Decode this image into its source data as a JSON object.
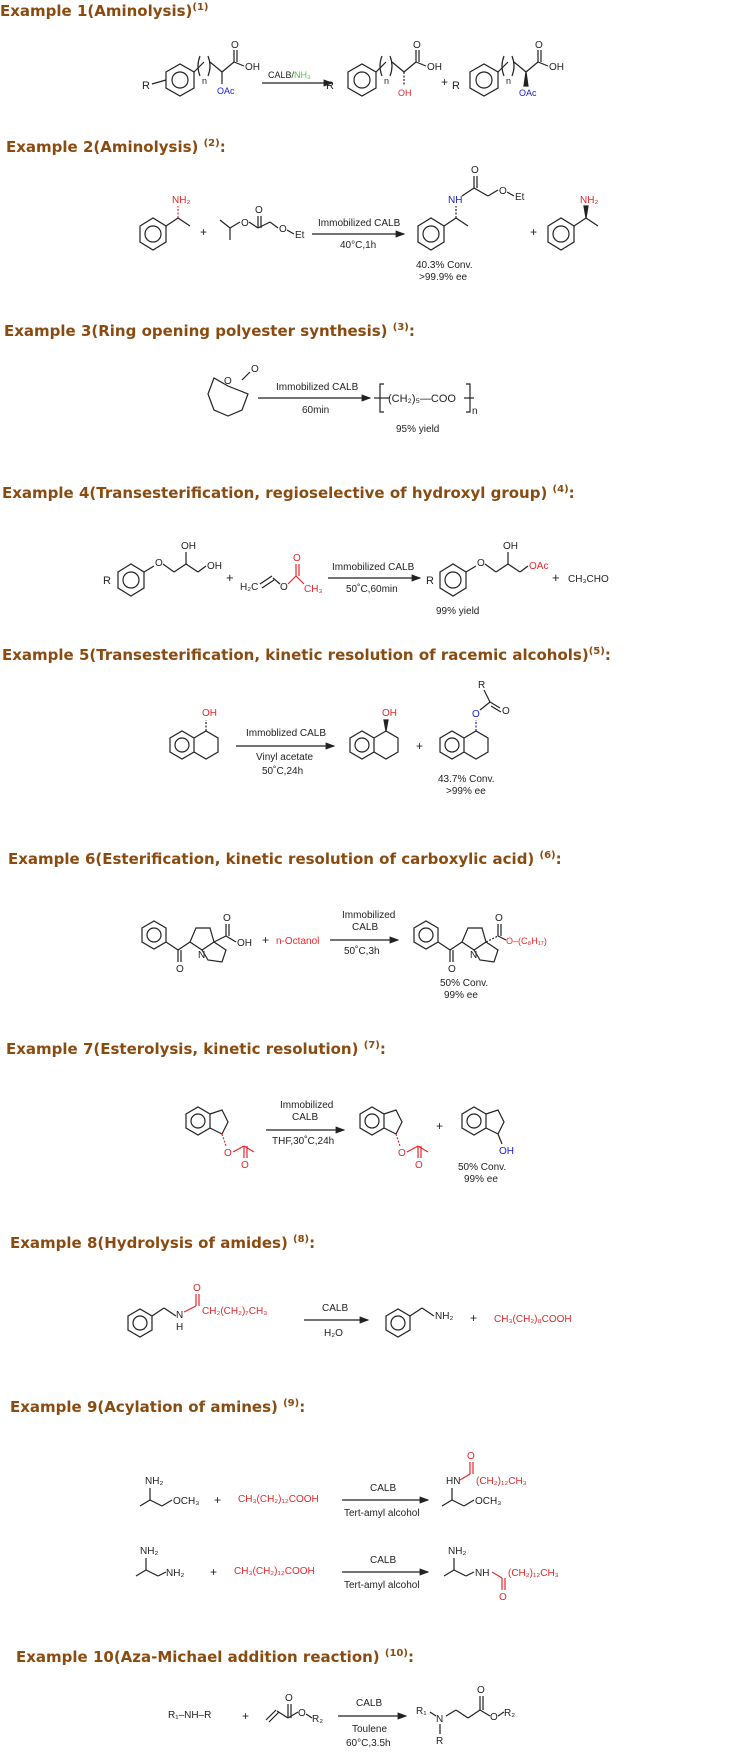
{
  "examples": [
    {
      "title": "Example 1(Aminolysis)",
      "ref": "(1)",
      "suffix": ""
    },
    {
      "title": "Example 2(Aminolysis) ",
      "ref": "(2)",
      "suffix": ":"
    },
    {
      "title": "Example 3(Ring opening polyester synthesis) ",
      "ref": "(3)",
      "suffix": ":"
    },
    {
      "title": "Example 4(Transesterification, regioselective of hydroxyl group) ",
      "ref": "(4)",
      "suffix": ":"
    },
    {
      "title": "Example 5(Transesterification, kinetic resolution of racemic alcohols)",
      "ref": "(5)",
      "suffix": ":"
    },
    {
      "title": "Example 6(Esterification, kinetic resolution of carboxylic acid) ",
      "ref": "(6)",
      "suffix": ":"
    },
    {
      "title": "Example 7(Esterolysis, kinetic resolution) ",
      "ref": "(7)",
      "suffix": ":"
    },
    {
      "title": "Example 8(Hydrolysis of amides) ",
      "ref": "(8)",
      "suffix": ":"
    },
    {
      "title": "Example 9(Acylation of amines) ",
      "ref": "(9)",
      "suffix": ":"
    },
    {
      "title": "Example 10(Aza-Michael addition reaction) ",
      "ref": "(10)",
      "suffix": ":"
    }
  ],
  "labels": {
    "ex1": {
      "r": "R",
      "n": "n",
      "oh": "OH",
      "o": "O",
      "oac": "OAc",
      "reagent1": "CALB/",
      "reagent2": "NH₃",
      "plus": "+"
    },
    "ex2": {
      "nh2": "NH₂",
      "nh": "NH",
      "o": "O",
      "oet": "O",
      "et": "Et",
      "reagent": "Immobilized CALB",
      "cond": "40°C,1h",
      "conv": "40.3% Conv.",
      "ee": ">99.9% ee",
      "plus": "+"
    },
    "ex3": {
      "o": "O",
      "reagent": "Immobilized CALB",
      "cond": "60min",
      "product": "(CH₂)₅—COO",
      "n": "n",
      "yield": "95% yield"
    },
    "ex4": {
      "r": "R",
      "oh": "OH",
      "o": "O",
      "ch3": "CH₃",
      "h2c": "H₂C",
      "oac": "OAc",
      "reagent": "Immobilized CALB",
      "cond": "50˚C,60min",
      "yield": "99% yield",
      "byproduct": "CH₃CHO",
      "plus": "+"
    },
    "ex5": {
      "oh": "OH",
      "r": "R",
      "o": "O",
      "reagent": "Immoblized CALB",
      "cond1": "Vinyl acetate",
      "cond2": "50˚C,24h",
      "conv": "43.7% Conv.",
      "ee": ">99% ee",
      "plus": "+"
    },
    "ex6": {
      "o": "O",
      "n": "N",
      "oh": "OH",
      "octanol": "n-Octanol",
      "reagent1": "Immobilized",
      "reagent2": "CALB",
      "cond": "50˚C,3h",
      "ester": "O–(C₈H₁₇)",
      "conv": "50% Conv.",
      "ee": "99% ee",
      "plus": "+"
    },
    "ex7": {
      "o": "O",
      "reagent1": "Immobilized",
      "reagent2": "CALB",
      "cond": "THF,30˚C,24h",
      "oh": "OH",
      "conv": "50% Conv.",
      "ee": "99% ee",
      "plus": "+"
    },
    "ex8": {
      "h": "H",
      "n": "N",
      "o": "O",
      "chain": "CH₂(CH₂)₇CH₃",
      "reagent": "CALB",
      "cond": "H₂O",
      "nh2": "NH₂",
      "acid": "CH₃(CH₂)₈COOH",
      "plus": "+"
    },
    "ex9": {
      "nh2": "NH₂",
      "och3": "OCH₃",
      "acid": "CH₃(CH₂)₁₂COOH",
      "reagent": "CALB",
      "cond": "Tert-amyl alcohol",
      "hn": "HN",
      "nh": "NH",
      "o": "O",
      "chain": "(CH₂)₁₂CH₃",
      "plus": "+"
    },
    "ex10": {
      "amine": "R₁–NH–R",
      "o": "O",
      "r2": "R₂",
      "reagent": "CALB",
      "cond1": "Toulene",
      "cond2": "60°C,3.5h",
      "r1": "R₁",
      "n": "N",
      "r": "R",
      "plus": "+"
    }
  },
  "colors": {
    "heading": "#8a4b10",
    "red": "#e8262a",
    "blue": "#1a1acc",
    "green": "#3cd13c",
    "ink": "#222222"
  }
}
